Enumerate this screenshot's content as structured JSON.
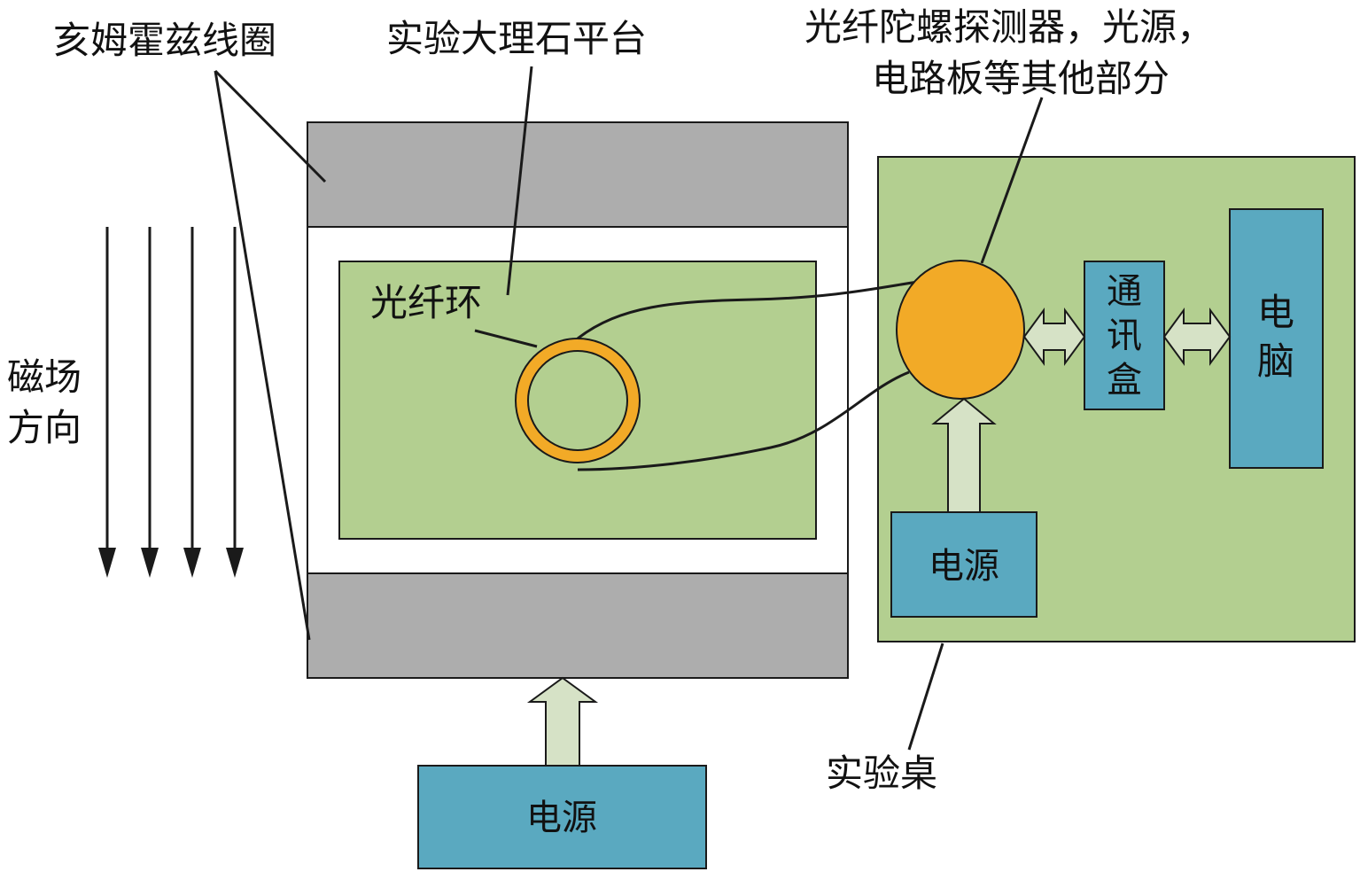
{
  "labels": {
    "helmholtz_coil": "亥姆霍兹线圈",
    "marble_platform": "实验大理石平台",
    "detector_line1": "光纤陀螺探测器，光源，",
    "detector_line2": "电路板等其他部分",
    "fiber_ring": "光纤环",
    "field_direction_line1": "磁场",
    "field_direction_line2": "方向",
    "table": "实验桌"
  },
  "boxes": {
    "comm_box": [
      "通",
      "讯",
      "盒"
    ],
    "computer": [
      "电",
      "脑"
    ],
    "power_table": "电源",
    "power_bottom": "电源"
  },
  "colors": {
    "coil_gray": "#adadad",
    "platform_green": "#b3cf90",
    "table_green": "#b3cf90",
    "device_blue": "#5aa9c0",
    "detector_orange": "#f2aa27",
    "arrow_fill": "#d6e2c6",
    "stroke": "#1a1a1a"
  },
  "icons": {
    "field_arrows": "down-arrow-icon",
    "double_arrows": "double-arrow-icon",
    "power_arrows": "up-arrow-icon"
  }
}
